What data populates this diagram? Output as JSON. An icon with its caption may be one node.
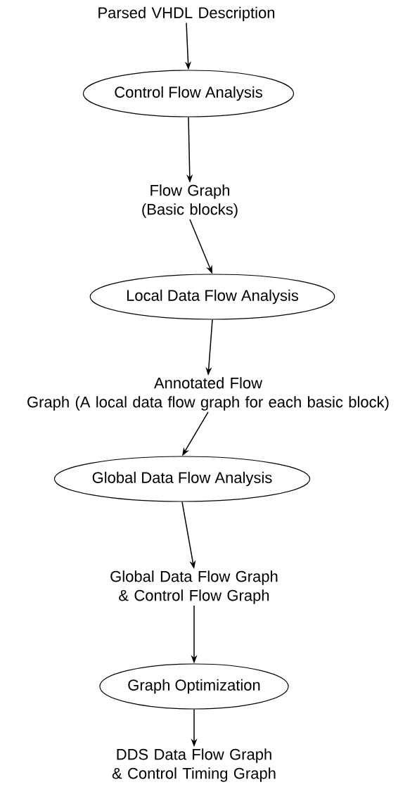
{
  "diagram": {
    "nodes": [
      {
        "text": [
          "Parsed VHDL Description"
        ]
      },
      {
        "text": [
          "Control Flow Analysis"
        ]
      },
      {
        "text": [
          "Flow Graph (Basic blocks)"
        ]
      },
      {
        "text": [
          "Local Data Flow Analysis"
        ]
      },
      {
        "text": [
          "Annotated Flow Graph (A local data flow graph for each basic block)"
        ]
      },
      {
        "text": [
          "Global Data Flow Analysis"
        ]
      },
      {
        "text": [
          "Global Data Flow Graph & Control Flow Graph"
        ]
      },
      {
        "text": [
          "Graph Optimization"
        ]
      },
      {
        "text": [
          "DDS Data Flow Graph & Control Timing Graph"
        ]
      }
    ],
    "edges": [
      {
        "from": 0,
        "to": 1,
        "arrow": "to"
      },
      {
        "from": 1,
        "to": 2,
        "arrow": "to"
      },
      {
        "from": 2,
        "to": 3,
        "arrow": "to"
      },
      {
        "from": 3,
        "to": 4,
        "arrow": "to"
      },
      {
        "from": 4,
        "to": 5,
        "arrow": "to"
      },
      {
        "from": 5,
        "to": 6,
        "arrow": "to"
      },
      {
        "from": 6,
        "to": 7,
        "arrow": "to"
      },
      {
        "from": 7,
        "to": 8,
        "arrow": "to"
      }
    ]
  }
}
